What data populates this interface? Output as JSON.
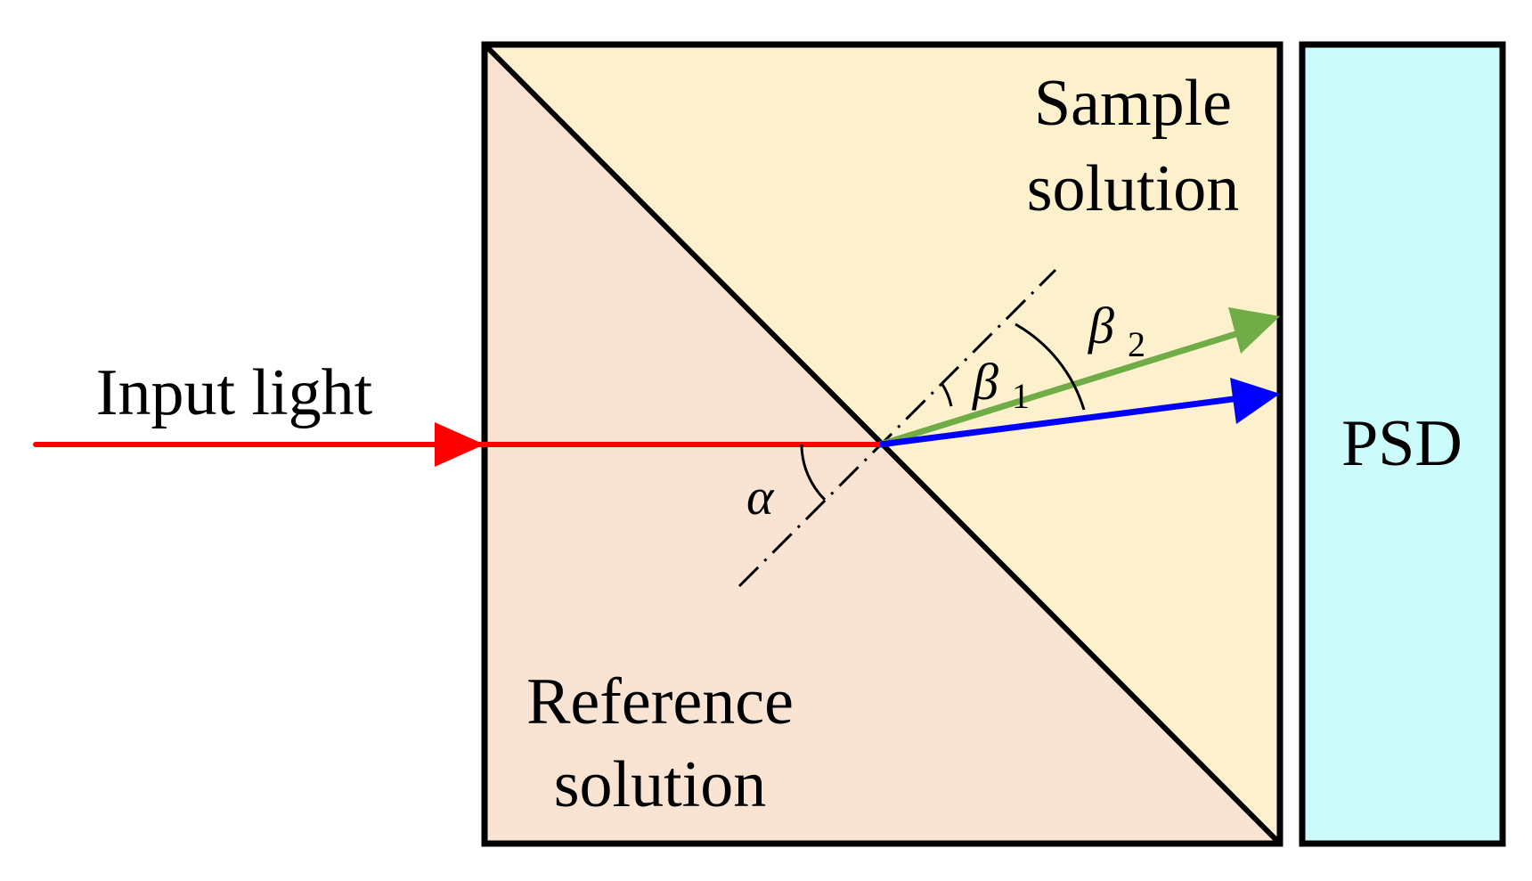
{
  "labels": {
    "input_light": "Input light",
    "sample_line1": "Sample",
    "sample_line2": "solution",
    "reference_line1": "Reference",
    "reference_line2": "solution",
    "psd": "PSD",
    "alpha": "α",
    "beta": "β",
    "beta1_sub": "1",
    "beta2_sub": "2"
  },
  "colors": {
    "reference_region": "#f9e4d4",
    "sample_region": "#fdf0cc",
    "psd_fill": "#ccfbfc",
    "outline": "#000000",
    "input_ray": "#ff0000",
    "green_ray": "#70ad47",
    "blue_ray": "#0000ff"
  }
}
